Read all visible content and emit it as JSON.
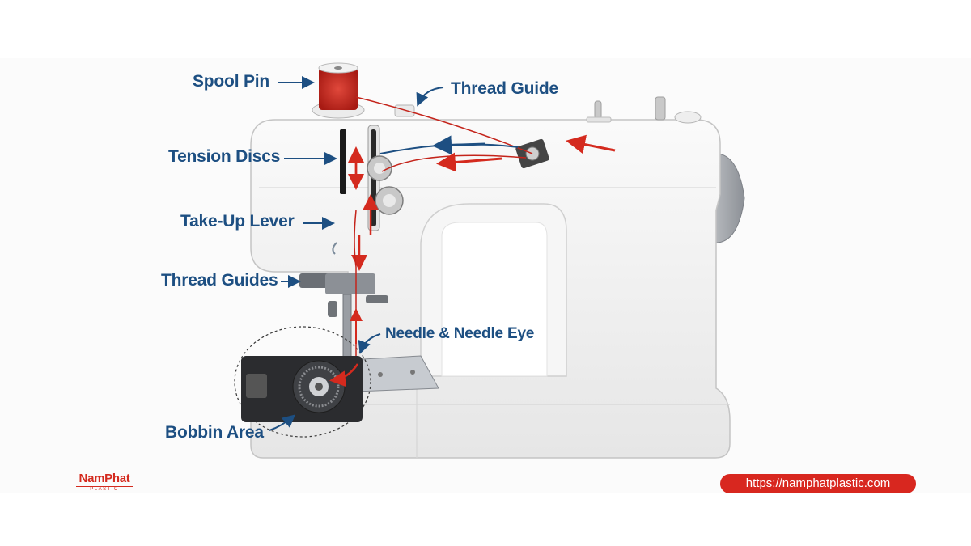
{
  "labels": {
    "spool_pin": "Spool Pin",
    "thread_guide": "Thread Guide",
    "tension_discs": "Tension Discs",
    "take_up_lever": "Take-Up Lever",
    "thread_guides": "Thread Guides",
    "needle_eye": "Needle & Needle Eye",
    "bobbin_area": "Bobbin Area"
  },
  "brand": {
    "logo_name": "NamPhat",
    "logo_sub": "PLASTIC",
    "url": "https://namphatplastic.com"
  },
  "colors": {
    "label_blue": "#1d4f82",
    "thread_red": "#d42a1e",
    "pill_red": "#d8271f",
    "machine_body": "#f1f1f1"
  }
}
